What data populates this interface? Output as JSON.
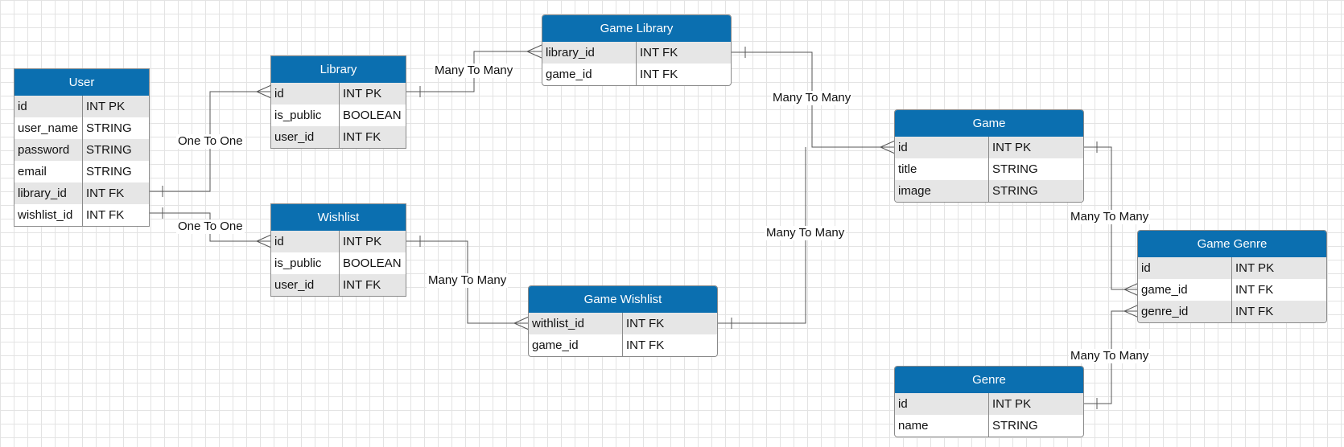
{
  "entities": {
    "user": {
      "title": "User",
      "rows": [
        [
          "id",
          "INT PK"
        ],
        [
          "user_name",
          "STRING"
        ],
        [
          "password",
          "STRING"
        ],
        [
          "email",
          "STRING"
        ],
        [
          "library_id",
          "INT FK"
        ],
        [
          "wishlist_id",
          "INT FK"
        ]
      ]
    },
    "library": {
      "title": "Library",
      "rows": [
        [
          "id",
          "INT PK"
        ],
        [
          "is_public",
          "BOOLEAN"
        ],
        [
          "user_id",
          "INT FK"
        ]
      ]
    },
    "wishlist": {
      "title": "Wishlist",
      "rows": [
        [
          "id",
          "INT PK"
        ],
        [
          "is_public",
          "BOOLEAN"
        ],
        [
          "user_id",
          "INT FK"
        ]
      ]
    },
    "game_library": {
      "title": "Game Library",
      "rows": [
        [
          "library_id",
          "INT FK"
        ],
        [
          "game_id",
          "INT FK"
        ]
      ]
    },
    "game_wishlist": {
      "title": "Game Wishlist",
      "rows": [
        [
          "withlist_id",
          "INT FK"
        ],
        [
          "game_id",
          "INT FK"
        ]
      ]
    },
    "game": {
      "title": "Game",
      "rows": [
        [
          "id",
          "INT PK"
        ],
        [
          "title",
          "STRING"
        ],
        [
          "image",
          "STRING"
        ]
      ]
    },
    "game_genre": {
      "title": "Game Genre",
      "rows": [
        [
          "id",
          "INT PK"
        ],
        [
          "game_id",
          "INT FK"
        ],
        [
          "genre_id",
          "INT FK"
        ]
      ]
    },
    "genre": {
      "title": "Genre",
      "rows": [
        [
          "id",
          "INT PK"
        ],
        [
          "name",
          "STRING"
        ]
      ]
    }
  },
  "relationships": {
    "user_library": "One To One",
    "user_wishlist": "One To One",
    "library_game_library": "Many To Many",
    "game_library_game": "Many To Many",
    "wishlist_game_wishlist": "Many To Many",
    "game_wishlist_game": "Many To Many",
    "game_game_genre": "Many To Many",
    "genre_game_genre": "Many To Many"
  },
  "colors": {
    "header": "#0b6fb0",
    "alt_row": "#e6e6e6",
    "grid": "#e3e3e3",
    "line": "#555555"
  }
}
